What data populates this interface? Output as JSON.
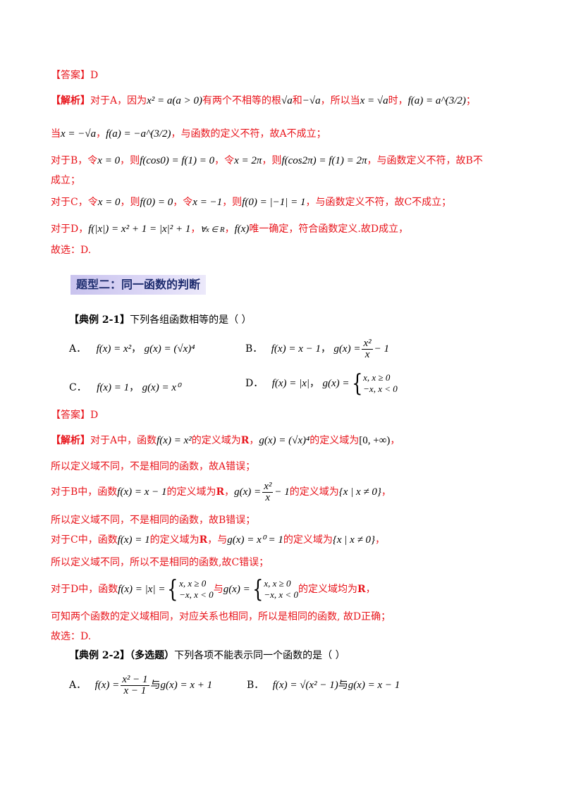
{
  "answer1": {
    "label": "【答案】",
    "value": "D"
  },
  "analysis1": {
    "label": "【解析】",
    "l1": {
      "t1": "对于A，因为",
      "eq1": "x² = a(a > 0)",
      "t2": "有两个不相等的根",
      "r1": "√a",
      "t3": "和",
      "r2": "−√a",
      "t4": "，所以当",
      "eq2": "x = √a",
      "t5": "时，",
      "eq3": "f(a) = a^(3/2)",
      "t6": "；"
    },
    "l2": {
      "t1": "当",
      "eq1": "x = −√a",
      "t2": "，",
      "eq2": "f(a) = −a^(3/2)",
      "t3": "，与函数的定义不符，故A不成立；"
    },
    "l3": {
      "t1": "对于B，令",
      "eq1": "x = 0",
      "t2": "，则",
      "eq2": "f(cos0) = f(1) = 0",
      "t3": "，令",
      "eq3": "x = 2π",
      "t4": "，则",
      "eq4": "f(cos2π) = f(1) = 2π",
      "t5": "，与函数定义不符，故B不"
    },
    "l4": {
      "t1": "成立；"
    },
    "l5": {
      "t1": "对于C，令",
      "eq1": "x = 0",
      "t2": "，则",
      "eq2": "f(0) = 0",
      "t3": "，令",
      "eq3": "x = −1",
      "t4": "，则",
      "eq4": "f(0) = |−1| = 1",
      "t5": "，与函数定义不符，故C不成立；"
    },
    "l6": {
      "t1": "对于D，",
      "eq1": "f(|x|) = x² + 1 = |x|² + 1",
      "t2": "，",
      "eq2": "∀x ∈ R",
      "t3": "，",
      "eq3": "f(x)",
      "t4": "唯一确定，符合函数定义.故D成立，"
    },
    "l7": {
      "t1": "故选：D."
    }
  },
  "topic": {
    "title": "题型二：同一函数的判断"
  },
  "ex21": {
    "label": "【典例 2-1】",
    "question": "下列各组函数相等的是（    ）",
    "A": {
      "label": "A．",
      "f": "f(x) = x²",
      "g": "g(x) = (√x)⁴"
    },
    "B": {
      "label": "B．",
      "f": "f(x) = x − 1",
      "g_pre": "g(x) =",
      "num": "x²",
      "den": "x",
      "g_post": "− 1"
    },
    "C": {
      "label": "C．",
      "f": "f(x) = 1",
      "g": "g(x) = x⁰"
    },
    "D": {
      "label": "D．",
      "f": "f(x) = |x|",
      "g_pre": "g(x) =",
      "case1": "x, x ≥ 0",
      "case2": "−x, x < 0"
    }
  },
  "answer2": {
    "label": "【答案】",
    "value": "D"
  },
  "analysis2": {
    "label": "【解析】",
    "l1": {
      "t1": "对于A中，函数",
      "eq1": "f(x) = x²",
      "t2": "的定义域为",
      "R": "R",
      "t3": "，",
      "eq2": "g(x) = (√x)⁴",
      "t4": "的定义域为",
      "eq3": "[0, +∞)",
      "t5": "，"
    },
    "l2": {
      "t1": "所以定义域不同，不是相同的函数，故A错误；"
    },
    "l3": {
      "t1": "对于B中，函数",
      "eq1": "f(x) = x − 1",
      "t2": "的定义域为",
      "R": "R",
      "t3": "，",
      "g_pre": "g(x) =",
      "num": "x²",
      "den": "x",
      "g_post": "− 1",
      "t4": "的定义域为",
      "eq2": "{x | x ≠ 0}",
      "t5": "，"
    },
    "l4": {
      "t1": "所以定义域不同，不是相同的函数，故B错误；"
    },
    "l5": {
      "t1": "对于C中，函数",
      "eq1": "f(x) = 1",
      "t2": "的定义域为",
      "R": "R",
      "t3": "，与",
      "eq2": "g(x) = x⁰ = 1",
      "t4": "的定义域为",
      "eq3": "{x | x ≠ 0}",
      "t5": "，"
    },
    "l6": {
      "t1": "所以定义域不同，所以不是相同的函数,故C错误；"
    },
    "l7": {
      "t1": "对于D中，函数",
      "eq1": "f(x) = |x| =",
      "case1": "x, x ≥ 0",
      "case2": "−x, x < 0",
      "t2": "与",
      "eq2": "g(x) =",
      "case3": "x, x ≥ 0",
      "case4": "−x, x < 0",
      "t3": "的定义域均为",
      "R": "R",
      "t4": "，"
    },
    "l8": {
      "t1": "可知两个函数的定义域相同，对应关系也相同，所以是相同的函数, 故D正确；"
    },
    "l9": {
      "t1": "故选：D."
    }
  },
  "ex22": {
    "label": "【典例 2-2】",
    "tag": "（多选题）",
    "question": "下列各项不能表示同一个函数的是（    ）",
    "A": {
      "label": "A．",
      "f_pre": "f(x) =",
      "num": "x² − 1",
      "den": "x − 1",
      "t": "与",
      "g": "g(x) = x + 1"
    },
    "B": {
      "label": "B．",
      "f": "f(x) = √(x² − 1)",
      "t": "与",
      "g": "g(x) = x − 1"
    }
  }
}
